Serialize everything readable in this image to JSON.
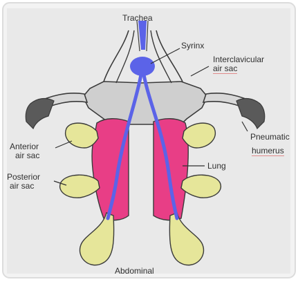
{
  "labels": {
    "trachea": "Trachea",
    "syrinx": "Syrinx",
    "interclavicular_1": "Interclavicular",
    "interclavicular_2": "air sac",
    "anterior_1": "Anterior",
    "anterior_2": "air sac",
    "posterior_1": "Posterior",
    "posterior_2": "air sac",
    "pneumatic_1": "Pneumatic",
    "pneumatic_2": "humerus",
    "lung": "Lung",
    "abdominal": "Abdominal"
  },
  "colors": {
    "background": "#e8e8e8",
    "frame": "#f2f2f2",
    "body": "#cfcfcf",
    "lung": "#e83e86",
    "airway": "#5b63e8",
    "air_sac": "#e6e69a",
    "humerus": "#5a5a5a",
    "outline": "#3a3a3a"
  }
}
